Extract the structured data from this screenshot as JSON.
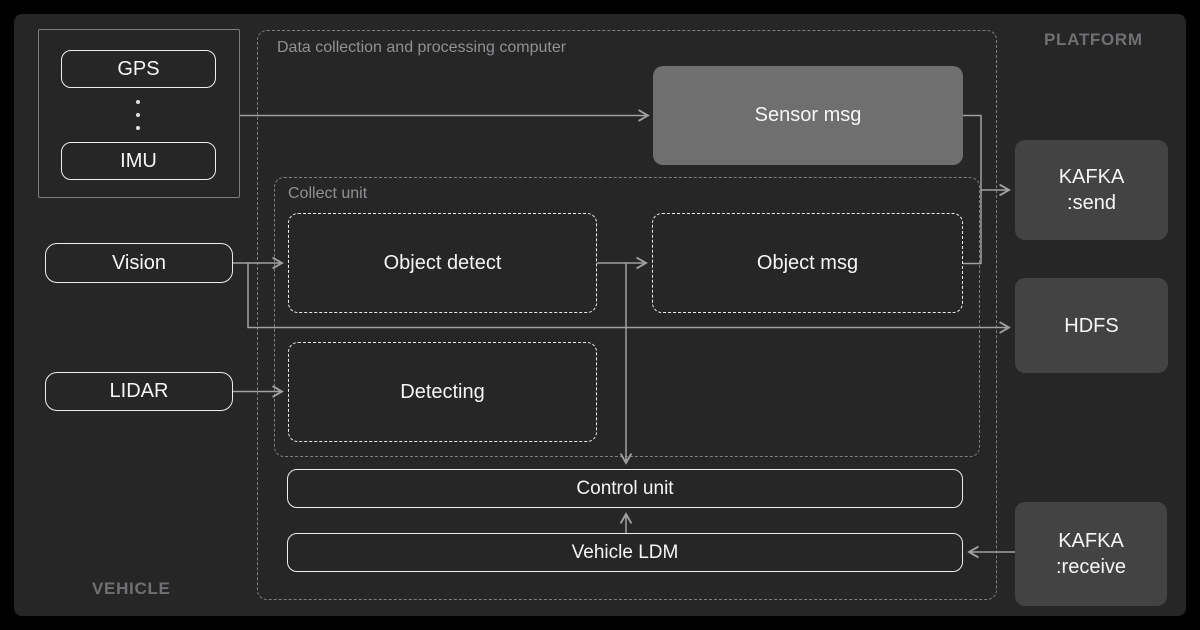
{
  "zones": {
    "platform": "PLATFORM",
    "vehicle": "VEHICLE"
  },
  "containers": {
    "data_collection": {
      "label": "Data collection and processing computer"
    },
    "collect_unit": {
      "label": "Collect unit"
    }
  },
  "nodes": {
    "gps": {
      "label": "GPS"
    },
    "imu": {
      "label": "IMU"
    },
    "vision": {
      "label": "Vision"
    },
    "lidar": {
      "label": "LIDAR"
    },
    "sensor_msg": {
      "label": "Sensor msg"
    },
    "object_detect": {
      "label": "Object detect"
    },
    "object_msg": {
      "label": "Object msg"
    },
    "detecting": {
      "label": "Detecting"
    },
    "control_unit": {
      "label": "Control unit"
    },
    "vehicle_ldm": {
      "label": "Vehicle LDM"
    },
    "kafka_send": {
      "line1": "KAFKA",
      "line2": ":send"
    },
    "hdfs": {
      "label": "HDFS"
    },
    "kafka_receive": {
      "line1": "KAFKA",
      "line2": ":receive"
    }
  },
  "colors": {
    "page_bg": "#000000",
    "canvas_bg": "#262626",
    "node_border": "#ededed",
    "container_border": "#7d7d7d",
    "filled_node_bg": "#6f6f6f",
    "platform_node_bg": "#434343",
    "connector": "#a0a0a0",
    "zone_label": "#6e7073",
    "container_label": "#8f9193",
    "node_text": "#f5f5f5"
  }
}
